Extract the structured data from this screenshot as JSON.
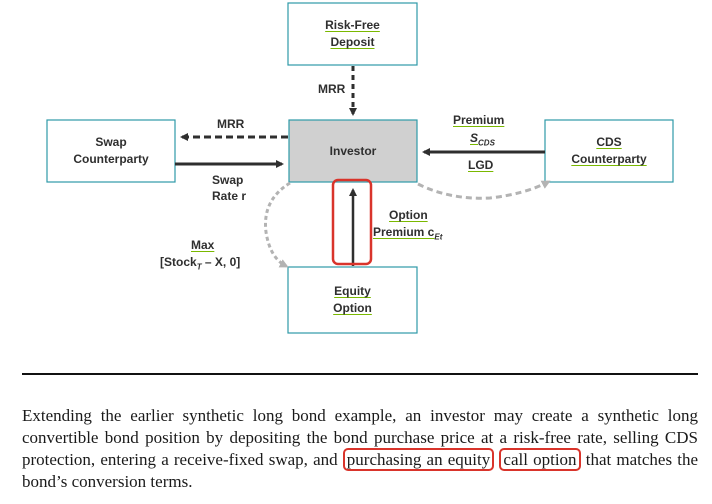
{
  "nodes": {
    "risk_free": {
      "line1": "Risk-Free",
      "line2": "Deposit"
    },
    "swap": {
      "line1": "Swap",
      "line2": "Counterparty"
    },
    "investor": {
      "label": "Investor"
    },
    "cds": {
      "line1": "CDS",
      "line2": "Counterparty"
    },
    "equity": {
      "line1": "Equity",
      "line2": "Option"
    }
  },
  "edge_labels": {
    "mrr_top": "MRR",
    "mrr_left": "MRR",
    "swap_rate_1": "Swap",
    "swap_rate_2": "Rate r",
    "premium": "Premium",
    "s_cds_main": "S",
    "s_cds_sub": "CDS",
    "lgd": "LGD",
    "option_1": "Option",
    "option_2": "Premium c",
    "option_sub": "Et",
    "max_1": "Max",
    "max_2a": "[Stock",
    "max_sub": "T",
    "max_2b": " – X, 0]"
  },
  "colors": {
    "box_border": "#2e9aa8",
    "investor_fill": "#d0d0d0",
    "arrow_dark": "#2f2f2f",
    "arrow_gray": "#b3b3b3",
    "highlight": "#d9342b"
  },
  "paragraph": {
    "part1": "Extending the earlier synthetic long bond example, an investor may create a synthetic long convertible bond position by depositing the bond purchase price at a risk-free rate, selling CDS protection, entering a receive-fixed swap, and ",
    "highlight1": "purchasing an equity",
    "space": " ",
    "highlight2": "call option",
    "part2": " that matches the bond’s conversion terms."
  }
}
